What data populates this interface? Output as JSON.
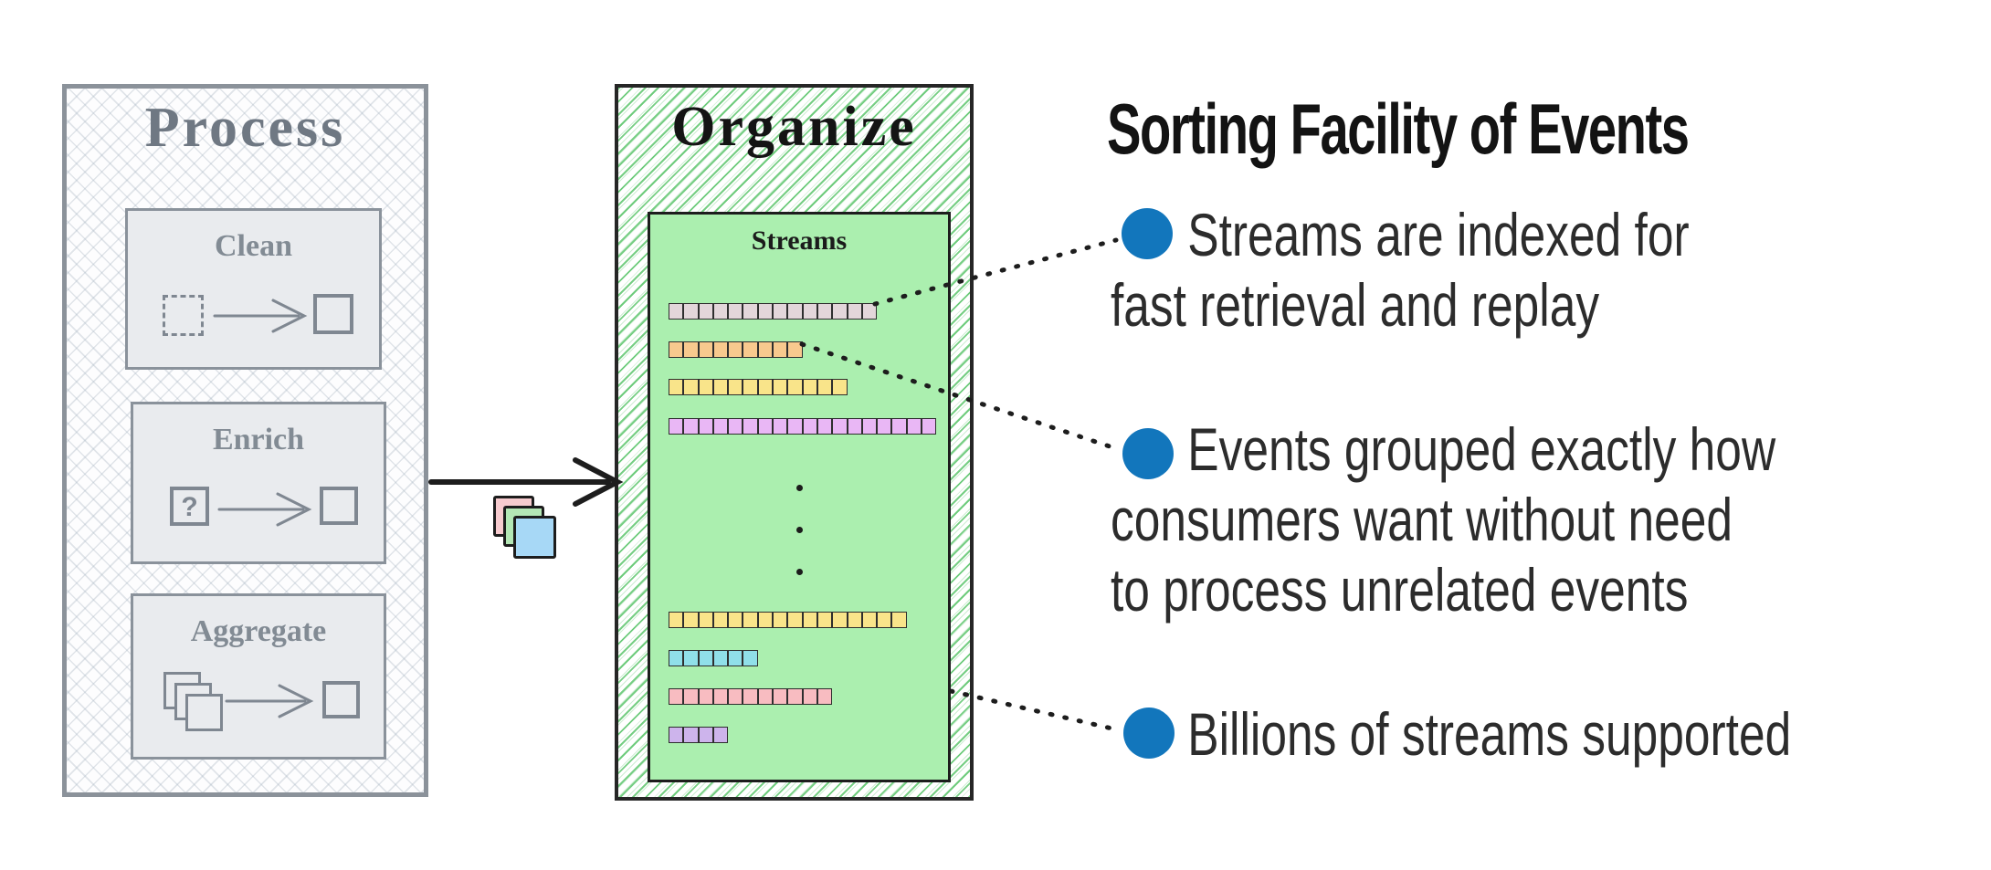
{
  "process_panel": {
    "title": "Process",
    "steps": [
      {
        "label": "Clean"
      },
      {
        "label": "Enrich",
        "icon_glyph": "?"
      },
      {
        "label": "Aggregate"
      }
    ]
  },
  "flow_stack_colors": [
    "#f7cbcf",
    "#b4e7b5",
    "#a7d8f6"
  ],
  "organize_panel": {
    "title": "Organize",
    "streams_box": {
      "title": "Streams",
      "rows": [
        {
          "color": "#e3d6da",
          "count": 14
        },
        {
          "color": "#f8c98e",
          "count": 9
        },
        {
          "color": "#f9e48a",
          "count": 12
        },
        {
          "color": "#e9b7f5",
          "count": 18
        },
        {
          "color": "#f9e48a",
          "count": 16
        },
        {
          "color": "#90dfe9",
          "count": 6
        },
        {
          "color": "#f8bcc1",
          "count": 11
        },
        {
          "color": "#cdb4ec",
          "count": 4
        }
      ],
      "ellipsis_dots": 3
    }
  },
  "notes": {
    "title": "Sorting Facility of Events",
    "bullet_color": "#1276bc",
    "bullets": [
      {
        "lines": [
          "Streams are indexed for",
          "fast retrieval and replay"
        ]
      },
      {
        "lines": [
          "Events grouped exactly how",
          "consumers want without need",
          "to process unrelated events"
        ]
      },
      {
        "lines": [
          "Billions of streams supported"
        ]
      }
    ]
  }
}
